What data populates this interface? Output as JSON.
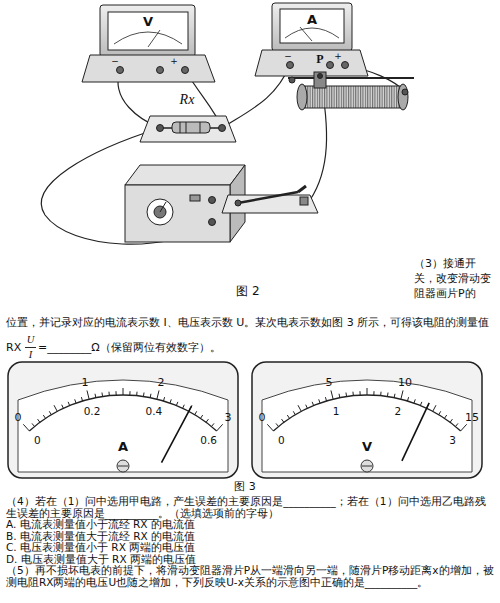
{
  "diagram": {
    "labels": [
      "V",
      "A",
      "Rx",
      "P",
      "图 2",
      "（3）接通开关，改变滑动变阻器画片P的",
      "位置，并记录对应的电流表示数 I、电压表示数 U。某次电表示数如图 3 所示，可得该电阻的测量值",
      "RX",
      "U",
      "I",
      "=________Ω（保留两位有效数字）。",
      "图 3",
      "0",
      "1",
      "2",
      "3",
      "0",
      "0.2",
      "0.4",
      "0.6",
      "A",
      "0",
      "5",
      "10",
      "15",
      "0",
      "1",
      "2",
      "3",
      "V",
      "（4）若在（1）问中选用甲电路，产生误差的主要原因是__________；若在（1）问中选用乙电路残生误差的主要原因是__________。（选填选项前的字母）",
      "A. 电流表测量值小于流经 RX 的电流值",
      "B. 电流表测量值大于流经 RX 的电流值",
      "C. 电压表测量值小于 RX 两端的电压值",
      "D. 电压表测量值大于 RX 两端的电压值",
      "（5）再不损坏电表的前提下，将滑动变阻器滑片P从一端滑向另一端，随滑片P移动距离x的增加，被测电阻RX两端的电压U也随之增加，下列反映U-x关系的示意图中正确的是__________。",
      "−",
      "+",
      "−",
      "+"
    ]
  }
}
